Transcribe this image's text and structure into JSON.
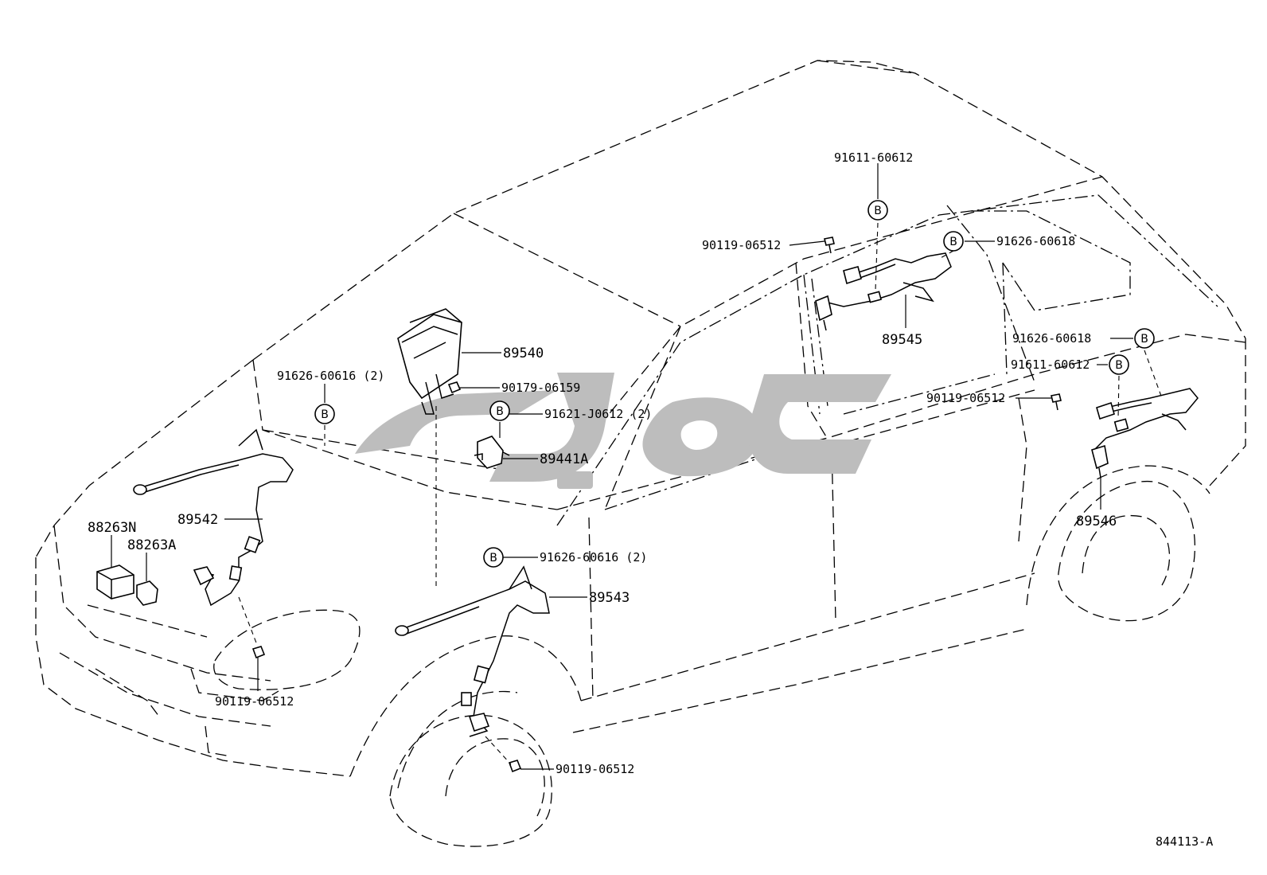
{
  "diagram": {
    "drawing_number": "844113-A",
    "watermark_text": "",
    "colors": {
      "line": "#000000",
      "watermark": "#bdbdbd",
      "background": "#ffffff"
    },
    "labels": {
      "p89540": "89540",
      "p90179_06159": "90179-06159",
      "p91621_j0612": "91621-J0612 (2)",
      "p89441a": "89441A",
      "p91626_60616_top": "91626-60616 (2)",
      "p89542": "89542",
      "p88263n": "88263N",
      "p88263a": "88263A",
      "p90119_06512_front": "90119-06512",
      "p91626_60616_mid": "91626-60616 (2)",
      "p89543": "89543",
      "p90119_06512_wheel": "90119-06512",
      "p91611_60612_top": "91611-60612",
      "p90119_06512_rear_top": "90119-06512",
      "p91626_60618_top": "91626-60618",
      "p89545": "89545",
      "p91626_60618_right": "91626-60618",
      "p91611_60612_right": "91611-60612",
      "p90119_06512_right": "90119-06512",
      "p89546": "89546"
    },
    "bmark": "B"
  }
}
